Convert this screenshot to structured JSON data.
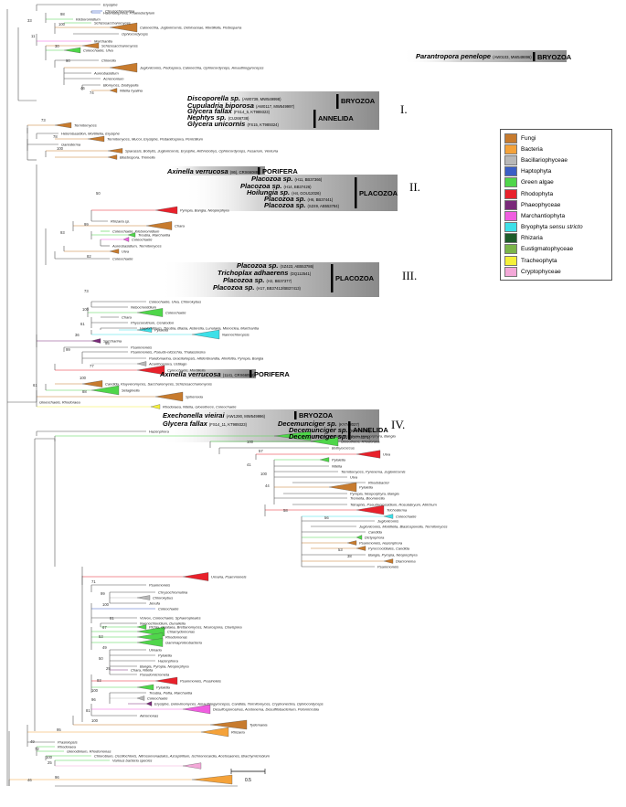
{
  "annelida_groups": [
    "Glycera fallax",
    "Nephtys sp.",
    "Glycera unicornis",
    "Glycera fallax",
    "Decemunciger sp.",
    "Decemunciger sp.",
    "Decemunciger sp."
  ],
  "figure": {
    "scale_label": "0.5",
    "clusters": [
      {
        "id": "perone",
        "label": "BRYOZOA"
      },
      {
        "id": "I",
        "label": "I."
      },
      {
        "id": "II",
        "label": "II."
      },
      {
        "id": "III",
        "label": "III."
      },
      {
        "id": "IV",
        "label": "IV."
      }
    ],
    "highlight": [
      {
        "name": "Parantropora penelope",
        "acc": "(AW0103, MW549896)",
        "box": "BRYOZOA"
      },
      {
        "name": "Discoporella sp.",
        "acc": "(AW0739, MW549998)",
        "box": "BRYOZOA"
      },
      {
        "name": "Cupuladria biporosa",
        "acc": "(AW0117, MW549997)",
        "box": ""
      },
      {
        "name": "Glycera fallax",
        "acc": "(FS14_5, KT989323)",
        "box": "ANNELIDA"
      },
      {
        "name": "Nephtys sp.",
        "acc": "(CU266738)",
        "box": ""
      },
      {
        "name": "Glycera unicornis",
        "acc": "(FS15, KT989324)",
        "box": ""
      },
      {
        "name": "Axinella verrucosa",
        "acc": "(86), CRX66088)",
        "box": "PORIFERA"
      },
      {
        "name": "Placozoa sp.",
        "acc": "(H11, BB37366)",
        "box": ""
      },
      {
        "name": "Placozoa sp.",
        "acc": "(H14, BB37426)",
        "box": ""
      },
      {
        "name": "Hoilungia sp.",
        "acc": "(H4, GOU12026)",
        "box": "PLACOZOA"
      },
      {
        "name": "Placozoa sp.",
        "acc": "(H6, BB37441)",
        "box": ""
      },
      {
        "name": "Placozoa sp.",
        "acc": "(SZ49, AB553784)",
        "box": ""
      },
      {
        "name": "Placozoa sp.",
        "acc": "(SZ423, AB553786)",
        "box": ""
      },
      {
        "name": "Trichoplax adhaerens",
        "acc": "(DQ112541)",
        "box": "PLACOZOA"
      },
      {
        "name": "Placozoa sp.",
        "acc": "(H2, BB37377)",
        "box": ""
      },
      {
        "name": "Placozoa sp.",
        "acc": "(H17, BB37412/BB37413)",
        "box": ""
      },
      {
        "name": "Axinella verrucosa",
        "acc": "(1141, CRX66088)",
        "box": "PORIFERA"
      },
      {
        "name": "Exechonella vieirai",
        "acc": "(AW1290, MW549996)",
        "box": "BRYOZOA"
      },
      {
        "name": "Glycera fallax",
        "acc": "(FS14_11, KT989323)",
        "box": "ANNELIDA"
      },
      {
        "name": "Decemunciger sp.",
        "acc": "(KY742027)",
        "box": ""
      },
      {
        "name": "Decemunciger sp.",
        "acc": "(KY774370)",
        "box": ""
      },
      {
        "name": "Decemunciger sp.",
        "acc": "(KY774371)",
        "box": ""
      }
    ],
    "tips": [
      "Erysiphe",
      "Chrysochromulina",
      "Haematophora, Phaeodactylum",
      "Kleboromidium",
      "Schizosaccharomyces",
      "Calonectria, Juglonicomis, Oehinaceae, Mortiliella, Pedosparra",
      "Ophiocordyceps",
      "Marchantia",
      "Schizosaccharomyces",
      "Coleochaete, Ulva",
      "Chlorella",
      "Juglonicomis, Pedospora, Calonectria, Ophiocordyceps, Amauthiogyrocepss",
      "Aureobasidium",
      "Acremonium",
      "Biomyces, Diatrypella",
      "Nitella hyalina",
      "Termitomyces",
      "Heterobasidion, Mortiliella, Erysiphe",
      "Termitomyces, Mucor, Erysiphe, Pedantiospora, Penicillium",
      "Ganoderma",
      "Sparassis, Botrytis, Juglonicomis, Erysiphe, Arthrobotrys, Ophiocordyceps, Fusarium, Venturia",
      "Blastospora, Tremella",
      "Pyropia, Bangia, Neoporphyra",
      "Rhizaria sp.",
      "Chara",
      "Coleochaete, Kleboromidium",
      "Treubia, Marchantia",
      "Coleochaete",
      "Aureobasidium, Termitomyces",
      "Ulva",
      "Coleochaete",
      "Coleochaete, Ulva, Chlorokybus",
      "Nebocrontidium",
      "Coleochaete",
      "Chara",
      "Physcomitrium, Ceratodon",
      "Haplomitrium, Treubia, Blasia, Asterella, Lunularia, Monoclea, Marchantia",
      "Pylaiella",
      "Nannochloropsis",
      "Saccharina",
      "Psammoneis",
      "Psammoneis, Pseudo-nitzschia, Thalassiosira",
      "Pandomarina, Gracilariopsis, Hildenbrandia, Ahnfeltia, Pyropia, Bangia",
      "Acanthospora, Ustilago",
      "Coleochaete, Mortiliella",
      "Candida, Kluyveromyces, Saccharomyces, Schizosaccharomyces",
      "Selaginella",
      "Sphenoxia",
      "Gloeochaete, Rhodoraea",
      "Rhodoraea, Nitella, Gloeothece, Coleochaete",
      "Hazenphora",
      "Pyropia, Ahnfeltia, Porphyra, Neoporphyra, Bangia",
      "Gloeothece, Rhodoraea",
      "Bothyococcus",
      "Ulva",
      "Pylaiella",
      "Nitella",
      "Termitomyces, Pyrenema, Juglonicomis",
      "Ulva",
      "Rhodobacter",
      "Pylaiella",
      "Pyropia, Neoporphyra, Bangia",
      "Tremella, Boomerella",
      "Tetraphis, Pseudocrossidium, Rosulabryum, Atrichum",
      "Trichoderma",
      "Coleochaete",
      "Juglonicomis",
      "Juglonicomis, Mortiliella, Blastosporella, Termitomyces",
      "Candida",
      "Dictyophora",
      "Psammoneis, Hazenphora",
      "Pyroccocidiales, Candida",
      "Bangia, Pyropia, Neoporphyra",
      "Diacronema",
      "Psammoneis",
      "Urnaria, Psammoneis",
      "Psammoneis",
      "Chrysochromulina",
      "Chlorokybus",
      "Jenufa",
      "Coleochaete",
      "Volvox, Coleochaete, Sphaeropleales",
      "Nannochloridium, Dunaliella",
      "Pichia, Ogataea, Brettanomyces, Neurospora, Clavispora",
      "Chlamydomonas",
      "Rhodomonas",
      "Gammaproteobacteria",
      "Ulmaria",
      "Pylaiella",
      "Hazenphora",
      "Bangia, Pyropia, Neoporphyra",
      "Chara, Nitella",
      "Pseudomicrometa",
      "Psammoneis, Prasinoleis",
      "Pylaiella",
      "Treubia, Pellia, Marchantia",
      "Coleochaete",
      "Erysiphe, Golovinomyces, Amauthiogyrocepss, Candida, Termitomyces, Cryphonectria, Ophiocordyceps",
      "Desulfosporosinus, Acetonema, Desulfitobacterium, Pelomicrobia",
      "Akromonas",
      "Tydemania",
      "Rhizaria",
      "Prasiolopsis",
      "Rhodoraea",
      "Glenodinium, Rhodomonas",
      "Chlorobium, Oscillochloris, Nitrosomonadales, Azospirillum, Ischnonocardia, Acetosaenes, Brachymicrobium",
      "Various bacteria species"
    ],
    "bootstrap": [
      "33",
      "98",
      "100",
      "11",
      "30",
      "46",
      "90",
      "74",
      "73",
      "78",
      "100",
      "50",
      "99",
      "93",
      "82",
      "73",
      "100",
      "61",
      "36",
      "95",
      "99",
      "77",
      "100",
      "88",
      "61",
      "100",
      "57",
      "41",
      "100",
      "44",
      "58",
      "56",
      "53",
      "38",
      "71",
      "99",
      "100",
      "81",
      "67",
      "53",
      "49",
      "50",
      "29",
      "93",
      "100",
      "96",
      "81",
      "100",
      "95",
      "49",
      "72",
      "100",
      "25",
      "96",
      "46"
    ],
    "legend_title": ""
  },
  "legend": [
    {
      "label": "Fungi",
      "italic": "",
      "color": "#c77b2e"
    },
    {
      "label": "Bacteria",
      "italic": "",
      "color": "#f4a23a"
    },
    {
      "label": "Bacillariophyceae",
      "italic": "",
      "color": "#b8b8b8"
    },
    {
      "label": "Haptophyta",
      "italic": "",
      "color": "#3a5fc6"
    },
    {
      "label": "Green algae",
      "italic": "",
      "color": "#4fd64a"
    },
    {
      "label": "Rhodophyta",
      "italic": "",
      "color": "#e8212b"
    },
    {
      "label": "Phaeophyceae",
      "italic": "",
      "color": "#7a2a7a"
    },
    {
      "label": "Marchantiophyta",
      "italic": "",
      "color": "#f05ee0"
    },
    {
      "label": "Bryophyta ",
      "italic": "sensu stricto",
      "color": "#3de0e8"
    },
    {
      "label": "Rhizaria",
      "italic": "",
      "color": "#1e5c2a"
    },
    {
      "label": "Eustigmatophyceae",
      "italic": "",
      "color": "#7bb54a"
    },
    {
      "label": "Tracheophyta",
      "italic": "",
      "color": "#f5f03a"
    },
    {
      "label": "Cryptophyceae",
      "italic": "",
      "color": "#f3a8d8"
    }
  ],
  "colors": {
    "fungi": "#c77b2e",
    "bacteria": "#f4a23a",
    "diatom": "#b8b8b8",
    "hapto": "#3a5fc6",
    "green": "#4fd64a",
    "red": "#e8212b",
    "phaeo": "#7a2a7a",
    "march": "#f05ee0",
    "bryo": "#3de0e8",
    "rhiz": "#1e5c2a",
    "eust": "#7bb54a",
    "trach": "#f5f03a",
    "crypt": "#f3a8d8"
  }
}
